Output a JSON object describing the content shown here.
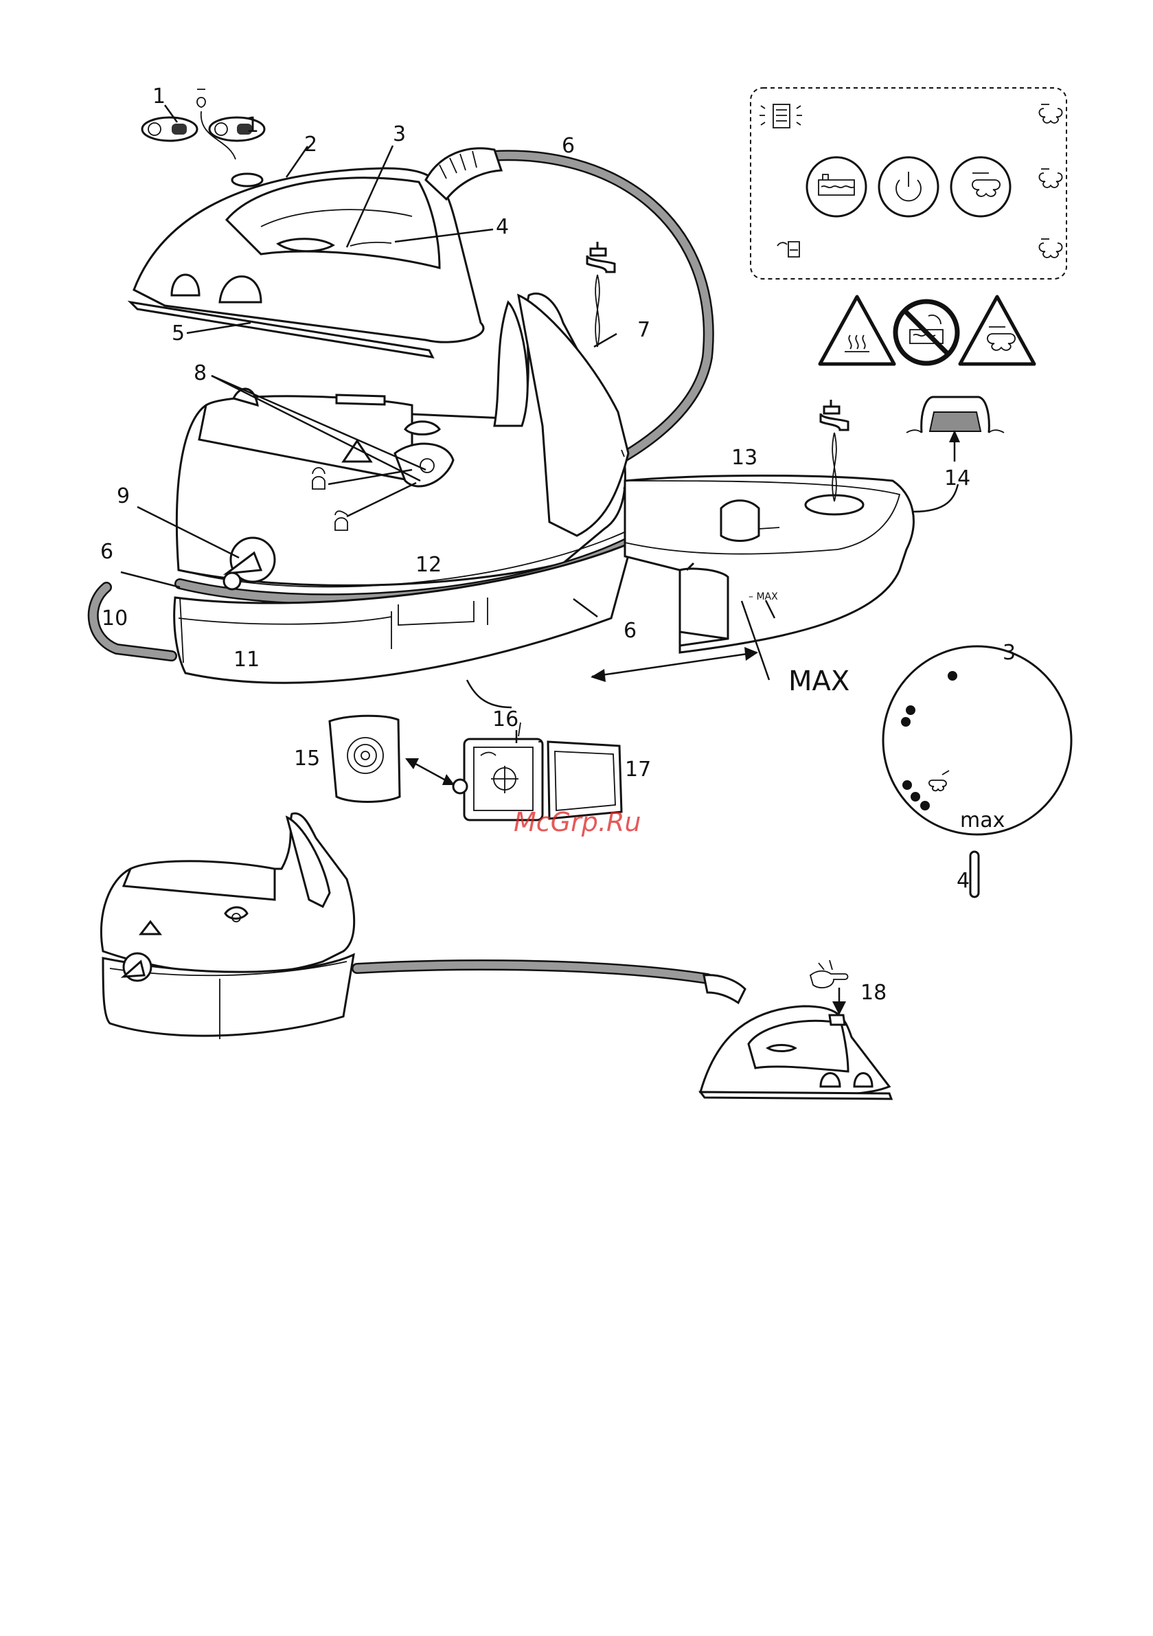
{
  "labels": {
    "l1a": "1",
    "l1b": "1",
    "l2": "2",
    "l3": "3",
    "l4": "4",
    "l5": "5",
    "l6a": "6",
    "l6b": "6",
    "l6c": "6",
    "l7": "7",
    "l8": "8",
    "l9": "9",
    "l10": "10",
    "l11": "11",
    "l12": "12",
    "l13": "13",
    "l14": "14",
    "l15": "15",
    "l16": "16",
    "l17": "17",
    "l18": "18",
    "l3b": "3",
    "l4b": "4"
  },
  "tank_mark": "– MAX",
  "max_label": "MAX",
  "dial_max": "max",
  "watermark": "McGrp.Ru",
  "icons": {
    "panel": [
      "descale-indicator-icon",
      "steam-ready-icon",
      "water-tank-button-icon",
      "power-button-icon",
      "steam-button-icon",
      "steam-level-icon",
      "refill-water-icon",
      "steam-low-icon"
    ],
    "warnings": [
      "hot-surface-warning-icon",
      "no-immersion-warning-icon",
      "steam-caution-icon"
    ]
  },
  "colors": {
    "hose_fill": "#9a9a9a",
    "outline": "#111111",
    "watermark": "#dd2222"
  }
}
